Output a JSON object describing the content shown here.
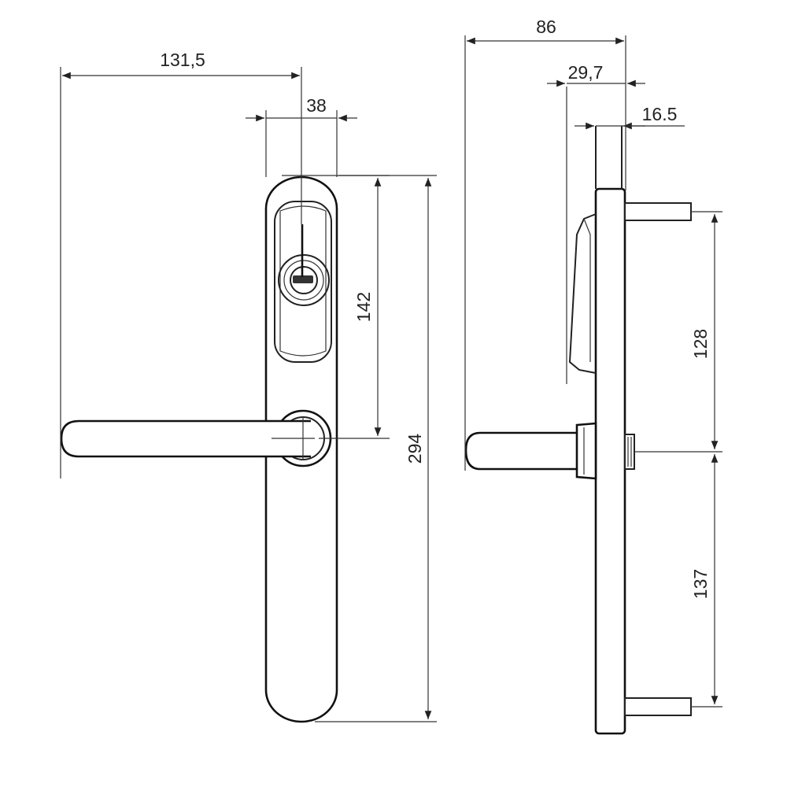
{
  "front_view": {
    "dimensions": {
      "total_width": "131,5",
      "plate_width": "38",
      "cylinder_to_handle": "142",
      "total_height": "294"
    }
  },
  "side_view": {
    "dimensions": {
      "total_depth": "86",
      "escutcheon_depth": "29,7",
      "plate_depth": "16.5",
      "upper_screw_spacing": "128",
      "lower_screw_spacing": "137"
    }
  },
  "colors": {
    "line": "#222222",
    "background": "#ffffff"
  }
}
